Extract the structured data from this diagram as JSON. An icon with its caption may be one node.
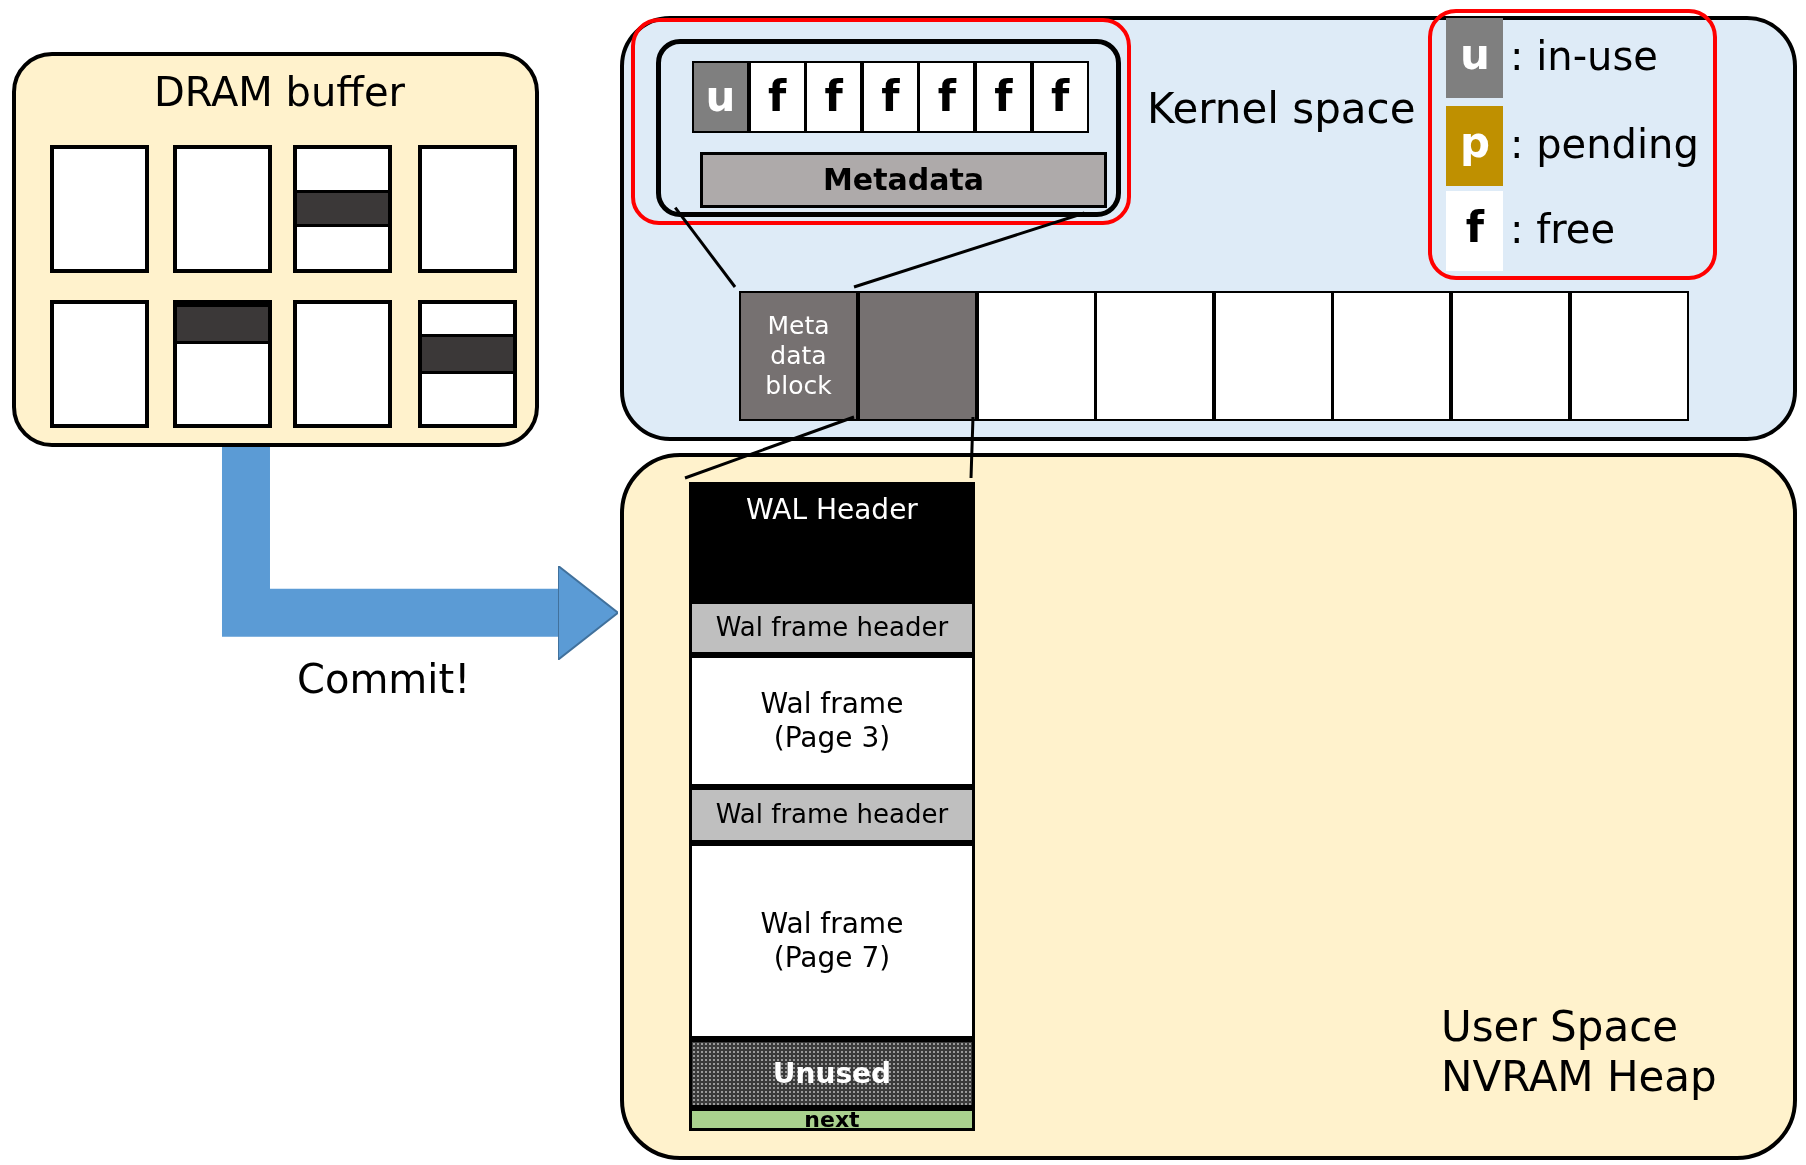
{
  "diagram": {
    "nodes": [
      {
        "text": [
          "DRAM buffer"
        ]
      },
      {
        "text": [],
        "shape": "box",
        "in": 0
      },
      {
        "text": [],
        "shape": "box",
        "in": 0
      },
      {
        "text": [],
        "shape": "box",
        "in": 0
      },
      {
        "text": [],
        "shape": "box",
        "in": 0
      },
      {
        "text": [],
        "shape": "box",
        "in": 0
      },
      {
        "text": [],
        "shape": "box",
        "in": 0
      },
      {
        "text": [],
        "shape": "box",
        "in": 0
      },
      {
        "text": [],
        "shape": "box",
        "in": 0
      },
      {
        "text": [
          "Kernel space"
        ]
      },
      {
        "text": [],
        "shape": "box",
        "in": 9
      },
      {
        "text": [
          "u"
        ],
        "in": 10
      },
      {
        "text": [
          "f"
        ],
        "in": 10
      },
      {
        "text": [
          "f"
        ],
        "in": 10
      },
      {
        "text": [
          "f"
        ],
        "in": 10
      },
      {
        "text": [
          "f"
        ],
        "in": 10
      },
      {
        "text": [
          "f"
        ],
        "in": 10
      },
      {
        "text": [
          "f"
        ],
        "in": 10
      },
      {
        "text": [
          "Metadata"
        ],
        "in": 10
      },
      {
        "text": [
          "Meta data block"
        ],
        "in": 9
      },
      {
        "text": [],
        "shape": "box",
        "in": 9
      },
      {
        "text": [],
        "shape": "box",
        "in": 9
      },
      {
        "text": [],
        "shape": "box",
        "in": 9
      },
      {
        "text": [],
        "shape": "box",
        "in": 9
      },
      {
        "text": [],
        "shape": "box",
        "in": 9
      },
      {
        "text": [],
        "shape": "box",
        "in": 9
      },
      {
        "text": [],
        "shape": "box",
        "in": 9
      },
      {
        "text": [
          "User Space NVRAM Heap"
        ]
      },
      {
        "text": [],
        "shape": "box",
        "in": 27
      },
      {
        "text": [
          "WAL Header"
        ],
        "in": 28
      },
      {
        "text": [
          "Wal frame header"
        ],
        "in": 28
      },
      {
        "text": [
          "Wal frame (Page 3)"
        ],
        "in": 28
      },
      {
        "text": [
          "Wal frame header"
        ],
        "in": 28
      },
      {
        "text": [
          "Wal frame (Page 7)"
        ],
        "in": 28
      },
      {
        "text": [
          "Unused"
        ],
        "in": 28
      },
      {
        "text": [
          "next"
        ],
        "in": 28
      }
    ],
    "edges": [
      {
        "from": 10,
        "to": 19,
        "arrow": "none"
      },
      {
        "from": 10,
        "to": 19,
        "arrow": "none"
      },
      {
        "from": 20,
        "to": 28,
        "arrow": "none"
      },
      {
        "from": 20,
        "to": 28,
        "arrow": "none"
      },
      {
        "from": 0,
        "to": 27,
        "arrow": "to",
        "label": "Commit!",
        "style": "thick",
        "color": "#5b9bd5"
      }
    ],
    "labels": [
      "u",
      "p",
      "f"
    ],
    "legend": [
      {
        "text": ": in-use",
        "color": "#7f7f7f"
      },
      {
        "text": ": pending",
        "color": "#bf9000"
      },
      {
        "text": ": free",
        "color": "#ffffff"
      }
    ]
  }
}
